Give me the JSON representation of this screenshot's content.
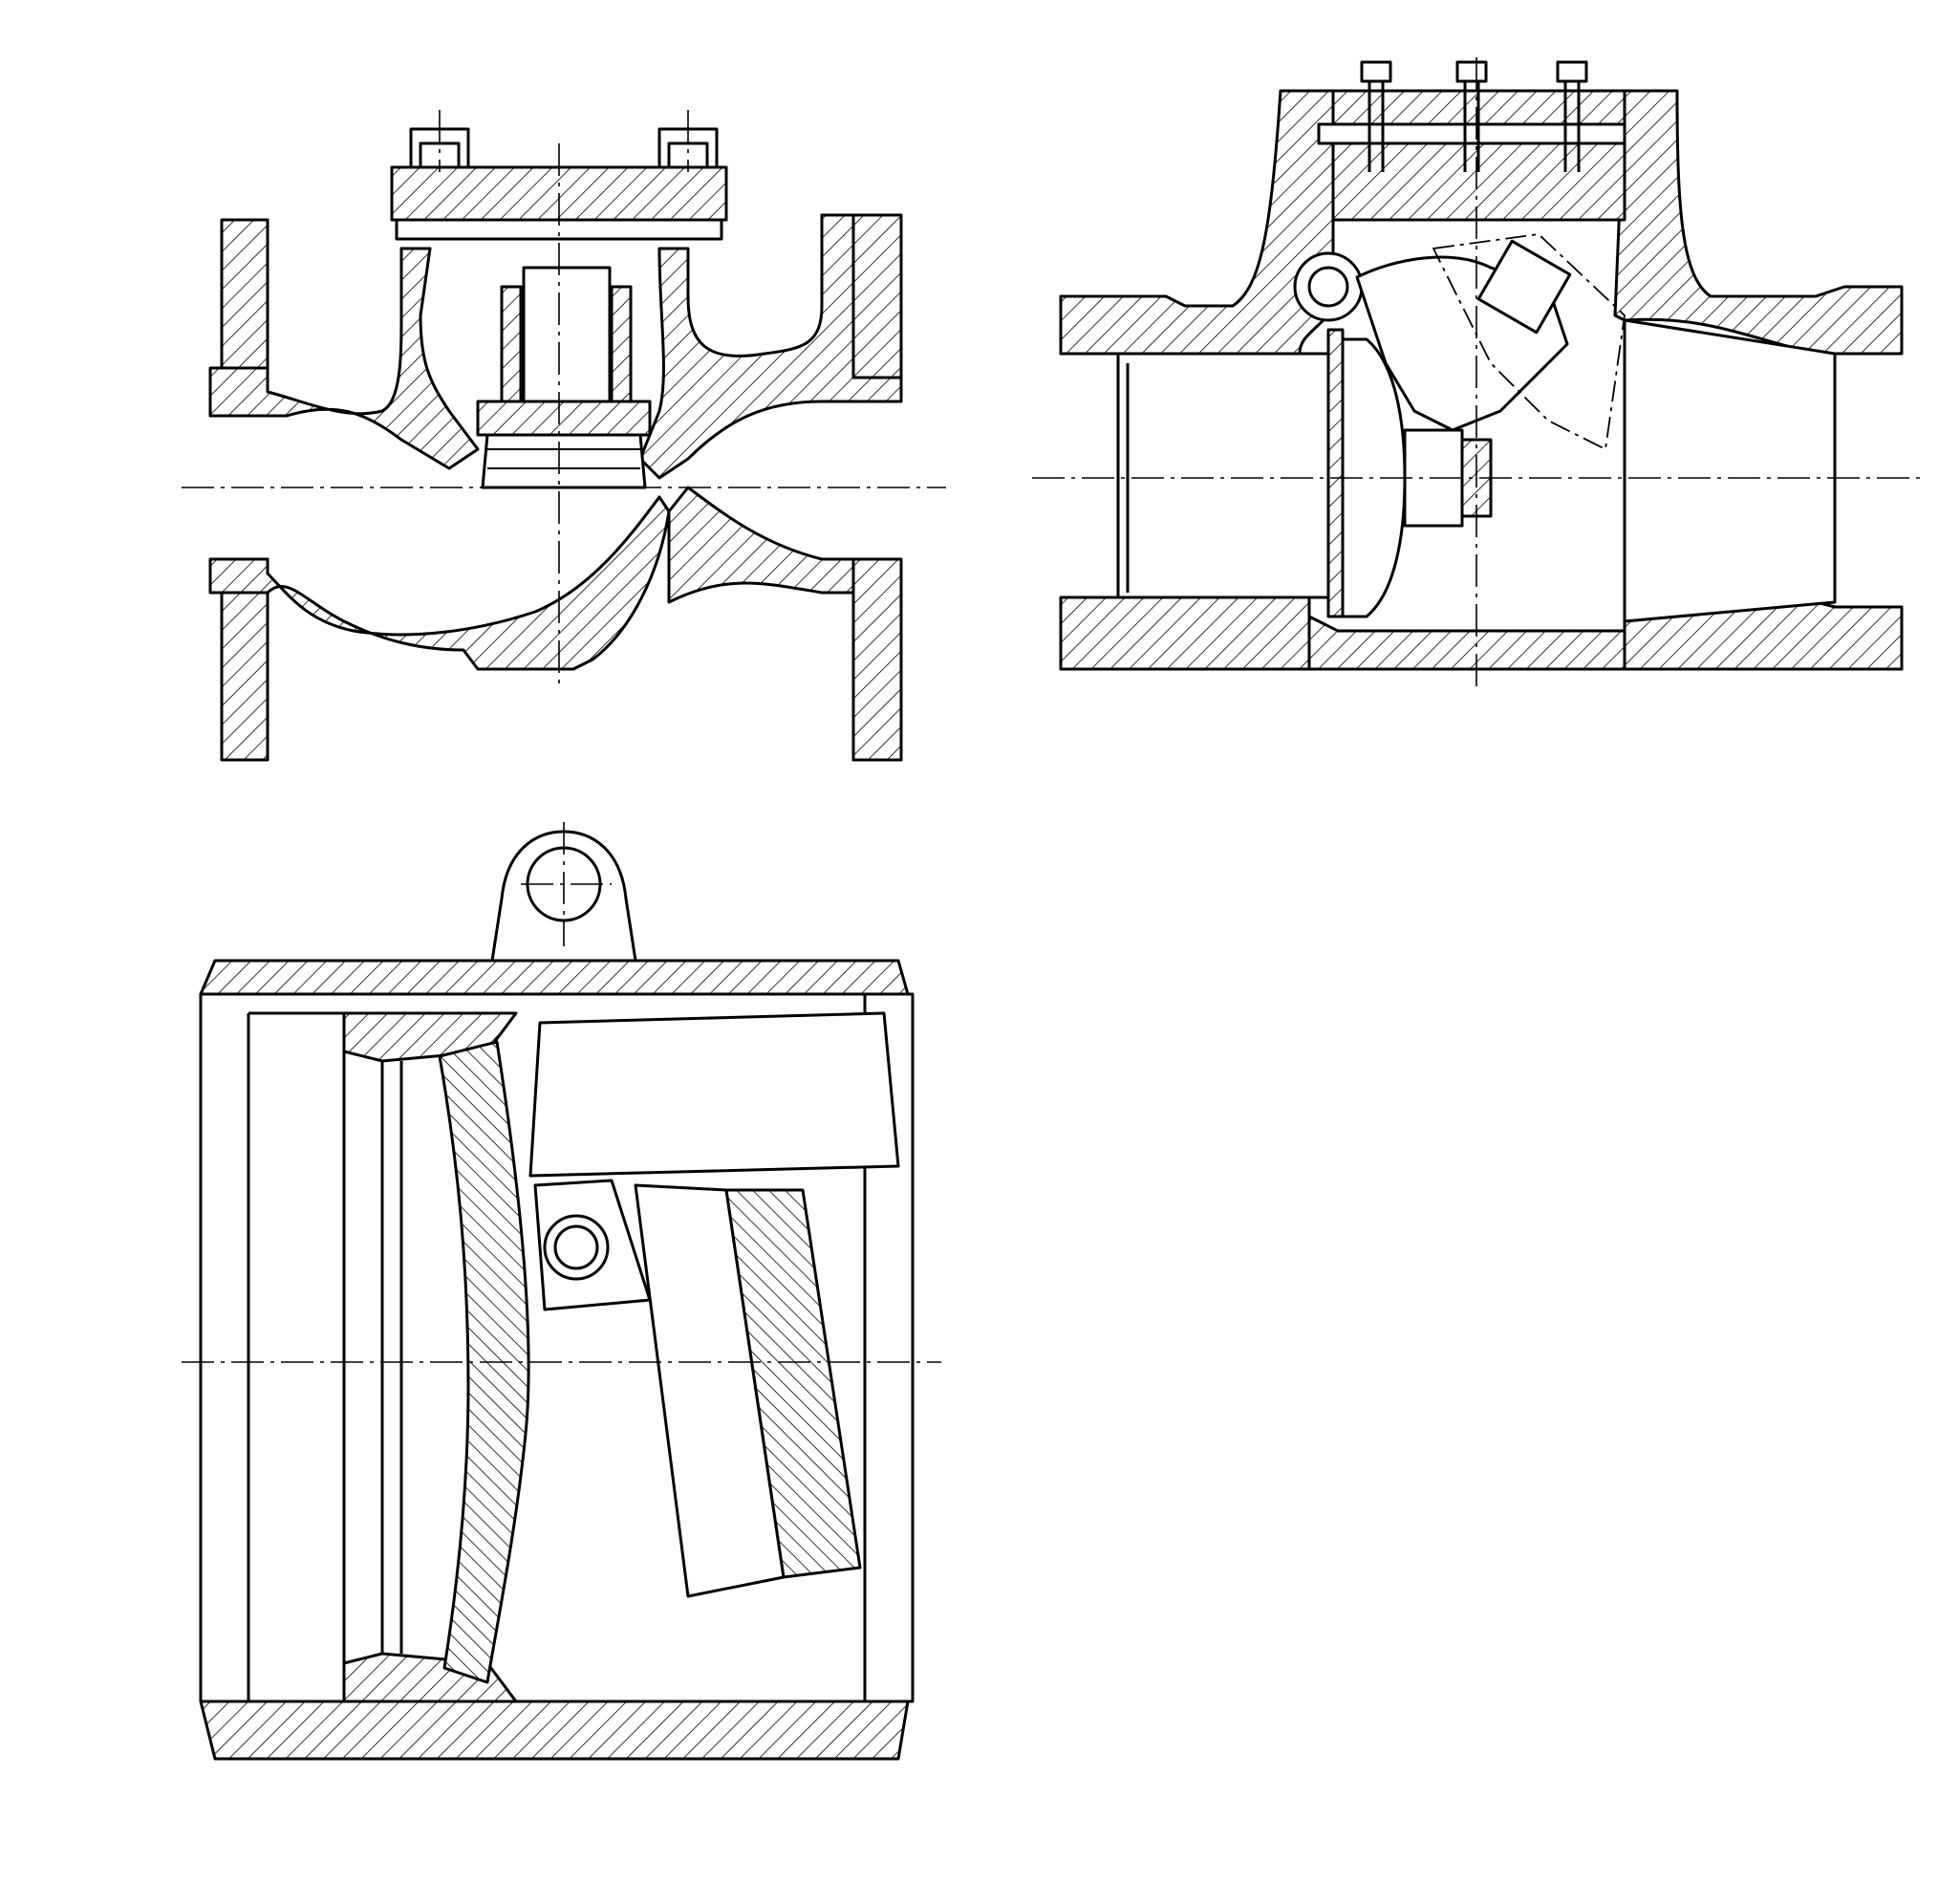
{
  "figure": {
    "kind": "engineering cross-section drawings",
    "views": [
      {
        "id": "lift-check-valve-flanged"
      },
      {
        "id": "swing-check-valve-socket-weld"
      },
      {
        "id": "wafer-check-valve"
      }
    ],
    "labels": []
  },
  "colors": {
    "line": "#000000",
    "background": "#ffffff"
  }
}
